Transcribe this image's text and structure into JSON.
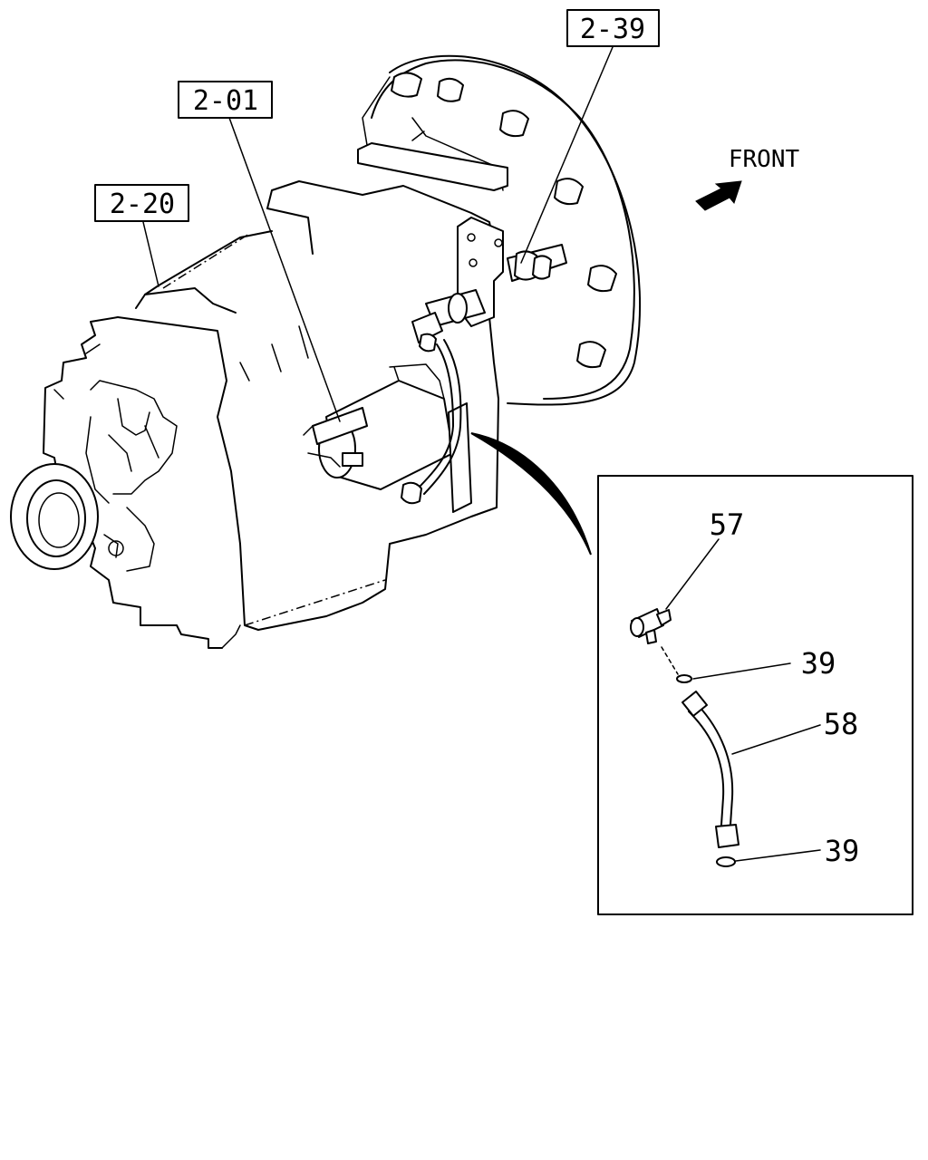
{
  "callouts": {
    "ref_2_39": "2-39",
    "ref_2_01": "2-01",
    "ref_2_20": "2-20"
  },
  "direction": {
    "label": "FRONT"
  },
  "detail_parts": {
    "p57": "57",
    "p39_upper": "39",
    "p58": "58",
    "p39_lower": "39"
  }
}
